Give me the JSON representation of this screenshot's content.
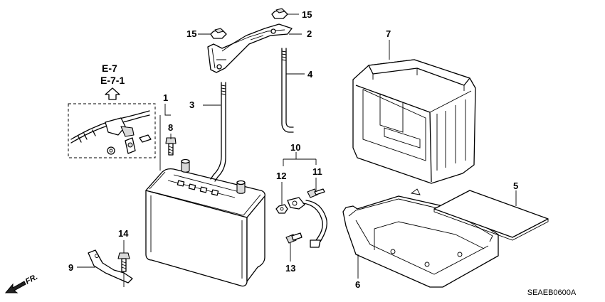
{
  "diagram": {
    "code": "SEAEB0600A",
    "front_label": "FR.",
    "references": [
      "E-7",
      "E-7-1"
    ],
    "callouts": [
      "1",
      "2",
      "3",
      "4",
      "5",
      "6",
      "7",
      "8",
      "9",
      "10",
      "11",
      "12",
      "13",
      "14",
      "15",
      "15"
    ]
  }
}
